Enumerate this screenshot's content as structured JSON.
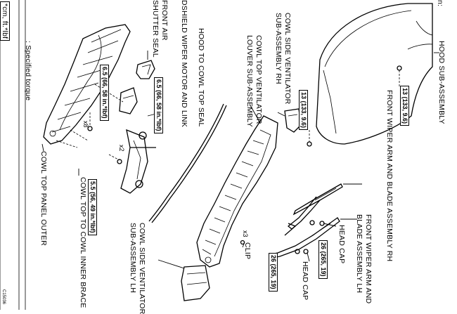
{
  "labels": {
    "hood_sub_assembly": "HOOD SUB-ASSEMBLY",
    "front_wiper_arm_blade_rh": "FRONT WIPER ARM AND BLADE ASSEMBLY RH",
    "front_wiper_arm_blade_lh_line1": "FRONT WIPER ARM AND",
    "front_wiper_arm_blade_lh_line2": "BLADE ASSEMBLY LH",
    "head_cap_1": "HEAD CAP",
    "head_cap_2": "HEAD CAP",
    "clip": "CLIP",
    "cowl_side_ventilator_rh_line1": "COWL SIDE VENTILATOR",
    "cowl_side_ventilator_rh_line2": "SUB-ASSEMBLY RH",
    "cowl_top_ventilator_louver_line1": "COWL TOP VENTILATOR",
    "cowl_top_ventilator_louver_line2": "LOUVER SUB-ASSEMBLY",
    "hood_to_cowl_top_seal": "HOOD TO COWL TOP SEAL",
    "windshield_wiper_motor_link": "DSHIELD WIPER MOTOR AND LINK",
    "front_air_shutter_seal_line1": "FRONT AIR",
    "front_air_shutter_seal_line2": "SHUTTER SEAL",
    "cowl_top_to_cowl_inner_brace": "COWL TOP TO COWL INNER BRACE",
    "cowl_top_panel_outer": "COWL TOP PANEL OUTER",
    "cowl_side_ventilator_lh_line1": "COWL SIDE VENTILATOR",
    "cowl_side_ventilator_lh_line2": "SUB-ASSEMBLY LH",
    "legend_unit": "N*m (kgf*cm, ft.*lbf)",
    "legend_text": ": Specified torque",
    "header_fragment": "n:",
    "legend_box": "*cm, ft.*lbf",
    "figure_id": "C15036"
  },
  "torques": {
    "t_13_top": "13 (133, 9.6)",
    "t_13_mid": "13 (133, 9.6)",
    "t_26_a": "26 (265, 19)",
    "t_26_b": "26 (265, 19)",
    "t_6_5": "6.5 (66, 58 in.*lbf)",
    "t_6_5_b": "6.5 (66, 58 in.*lbf)",
    "t_5_5": "5.5 (56, 49 in.*lbf)"
  },
  "quantities": {
    "x8": "x8",
    "x2": "x2",
    "x3": "x3"
  }
}
